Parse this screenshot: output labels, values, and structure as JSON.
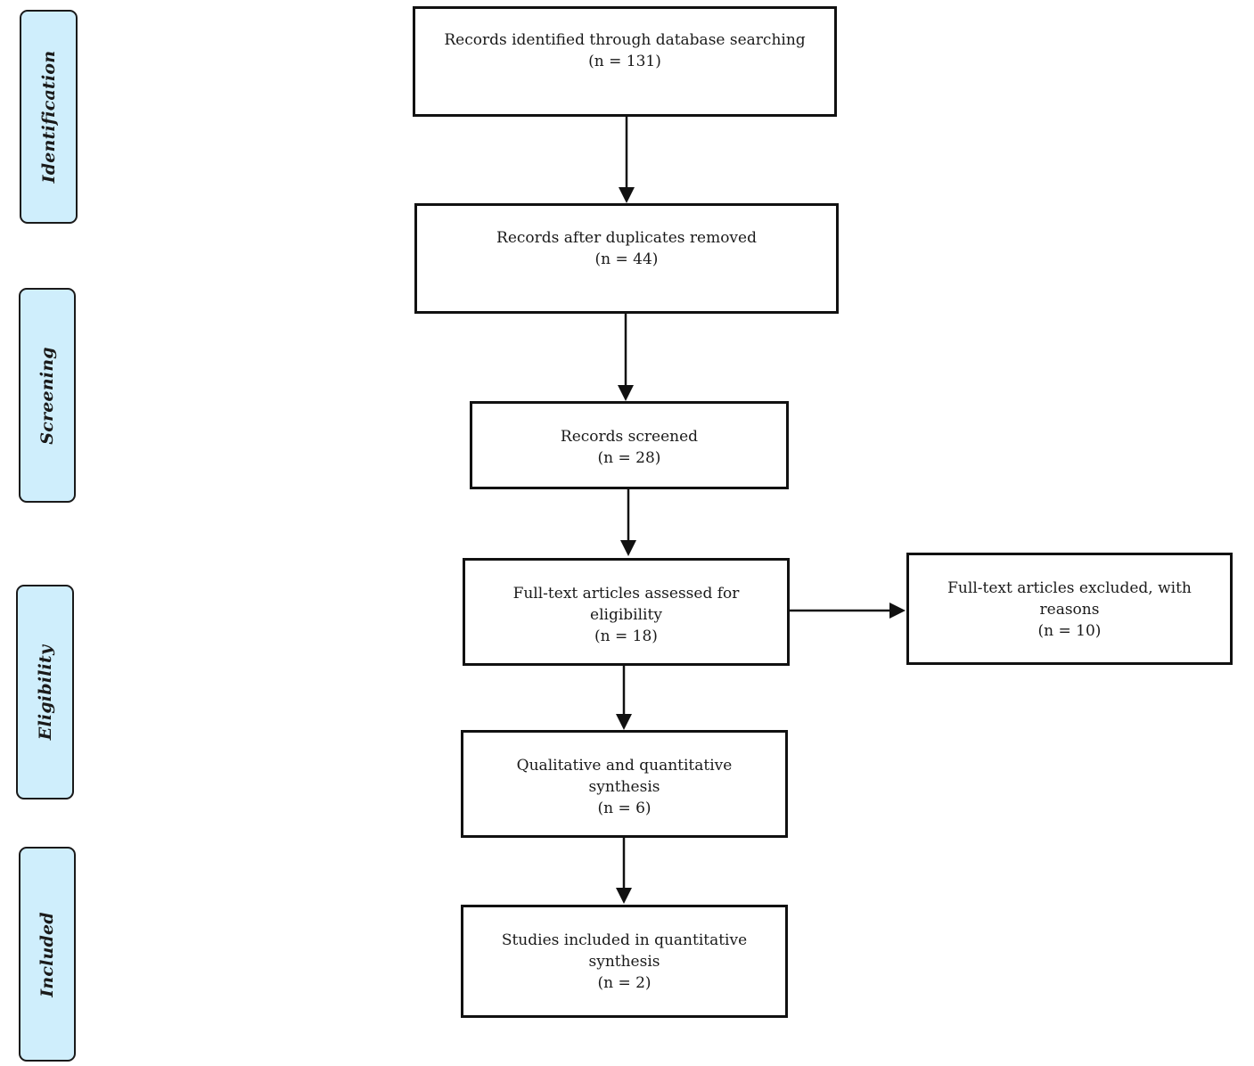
{
  "phases": {
    "identification": "Identification",
    "screening": "Screening",
    "eligibility": "Eligibility",
    "included": "Included"
  },
  "boxes": {
    "identified": {
      "line1": "Records identified through database searching",
      "line2": "(n = 131)"
    },
    "after_duplicates": {
      "line1": "Records after duplicates removed",
      "line2": "(n = 44)"
    },
    "screened": {
      "line1": "Records screened",
      "line2": "(n = 28)"
    },
    "full_text": {
      "line1": "Full-text articles assessed for",
      "line2": "eligibility",
      "line3": "(n = 18)"
    },
    "excluded": {
      "line1": "Full-text articles excluded, with",
      "line2": "reasons",
      "line3": "(n = 10)"
    },
    "synthesis": {
      "line1": "Qualitative and quantitative",
      "line2": "synthesis",
      "line3": "(n = 6)"
    },
    "included": {
      "line1": "Studies included in quantitative",
      "line2": "synthesis",
      "line3": "(n = 2)"
    }
  },
  "colors": {
    "phase_fill": "#cfeefc",
    "stroke": "#111111"
  }
}
